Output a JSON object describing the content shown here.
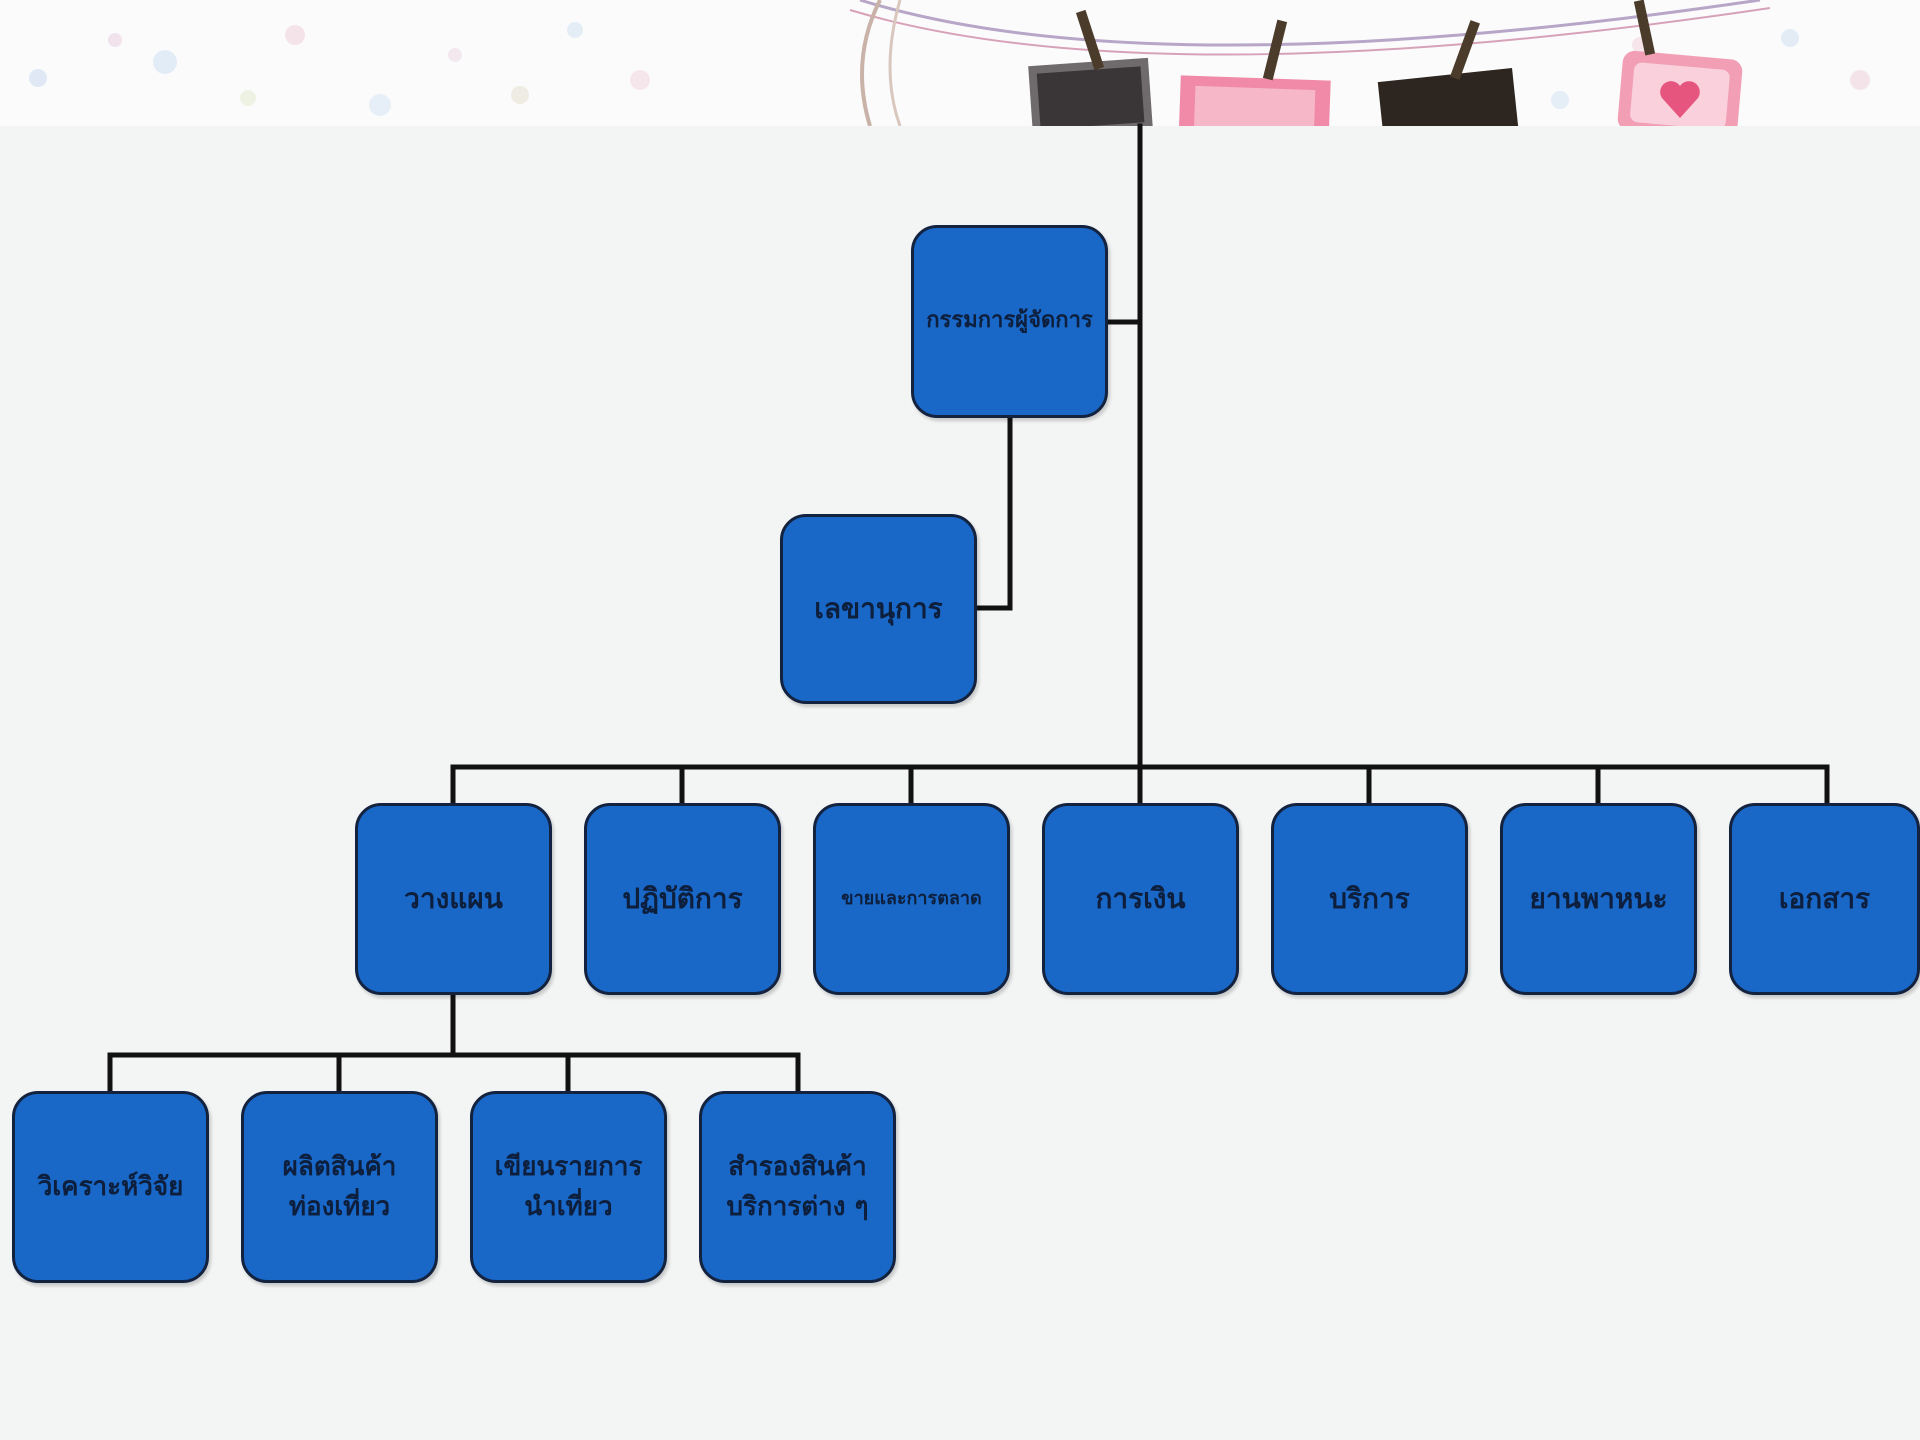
{
  "colors": {
    "node_fill": "#1967c7",
    "node_border": "#13233f",
    "node_text": "#0d1f3c",
    "connector": "#111111",
    "background": "#f3f4f4"
  },
  "org_chart": {
    "root": {
      "label": "กรรมการผู้จัดการ"
    },
    "secretary": {
      "label": "เลขานุการ"
    },
    "departments": [
      {
        "label": "วางแผน"
      },
      {
        "label": "ปฏิบัติการ"
      },
      {
        "label": "ขายและการตลาด"
      },
      {
        "label": "การเงิน"
      },
      {
        "label": "บริการ"
      },
      {
        "label": "ยานพาหนะ"
      },
      {
        "label": "เอกสาร"
      }
    ],
    "planning_units": [
      {
        "label": "วิเคราะห์วิจัย"
      },
      {
        "label": "ผลิตสินค้า\nท่องเที่ยว"
      },
      {
        "label": "เขียนรายการ\nนำเที่ยว"
      },
      {
        "label": "สำรองสินค้า\nบริการต่าง ๆ"
      }
    ]
  }
}
